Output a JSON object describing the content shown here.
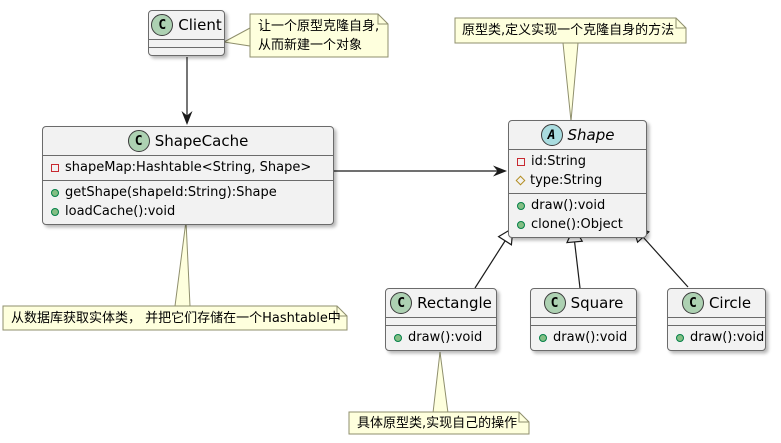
{
  "diagram_type": "uml-class-diagram",
  "colors": {
    "class_box_bg": "#f2f2f2",
    "class_icon_bg": "#ADD1B2",
    "abstract_icon_bg": "#A9DCDF",
    "note_bg": "#FEFFDD",
    "note_border": "#8f8f6d",
    "private_field_icon": "#C82930",
    "protected_field_icon": "#B38D22",
    "public_method_icon": "#84BE84",
    "line_color": "#1b1b1b"
  },
  "classes": {
    "client": {
      "icon_letter": "C",
      "name": "Client"
    },
    "shapeCache": {
      "icon_letter": "C",
      "name": "ShapeCache",
      "fields": [
        {
          "text": "shapeMap:Hashtable<String, Shape>"
        }
      ],
      "methods": [
        {
          "text": "getShape(shapeId:String):Shape"
        },
        {
          "text": "loadCache():void"
        }
      ]
    },
    "shape": {
      "icon_letter": "A",
      "name": "Shape",
      "fields": [
        {
          "text": "id:String"
        },
        {
          "text": "type:String"
        }
      ],
      "methods": [
        {
          "text": "draw():void"
        },
        {
          "text": "clone():Object"
        }
      ]
    },
    "rectangle": {
      "icon_letter": "C",
      "name": "Rectangle",
      "methods": [
        {
          "text": "draw():void"
        }
      ]
    },
    "square": {
      "icon_letter": "C",
      "name": "Square",
      "methods": [
        {
          "text": "draw():void"
        }
      ]
    },
    "circle": {
      "icon_letter": "C",
      "name": "Circle",
      "methods": [
        {
          "text": "draw():void"
        }
      ]
    }
  },
  "notes": {
    "client_note": {
      "line1": "让一个原型克隆自身,",
      "line2": "从而新建一个对象"
    },
    "shape_note": {
      "text": "原型类,定义实现一个克隆自身的方法"
    },
    "cache_note": {
      "text": "从数据库获取实体类， 并把它们存储在一个Hashtable中"
    },
    "concrete_note": {
      "text": "具体原型类,实现自己的操作"
    }
  }
}
